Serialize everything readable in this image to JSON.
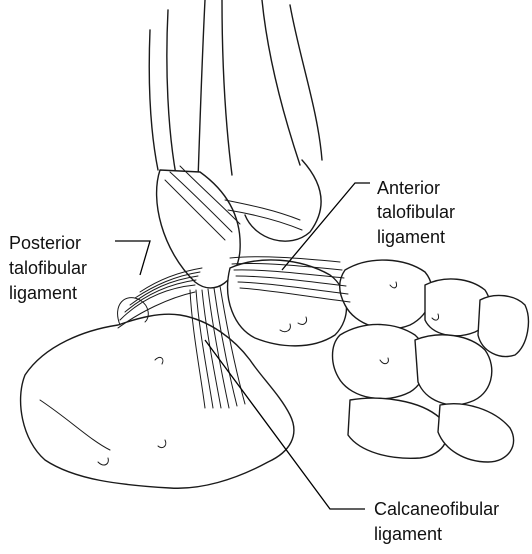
{
  "labels": {
    "anterior": [
      "Anterior",
      "talofibular",
      "ligament"
    ],
    "posterior": [
      "Posterior",
      "talofibular",
      "ligament"
    ],
    "calcaneofibular": [
      "Calcaneofibular",
      "ligament"
    ]
  },
  "colors": {
    "ink": "#1a1a1a",
    "background": "#ffffff"
  }
}
